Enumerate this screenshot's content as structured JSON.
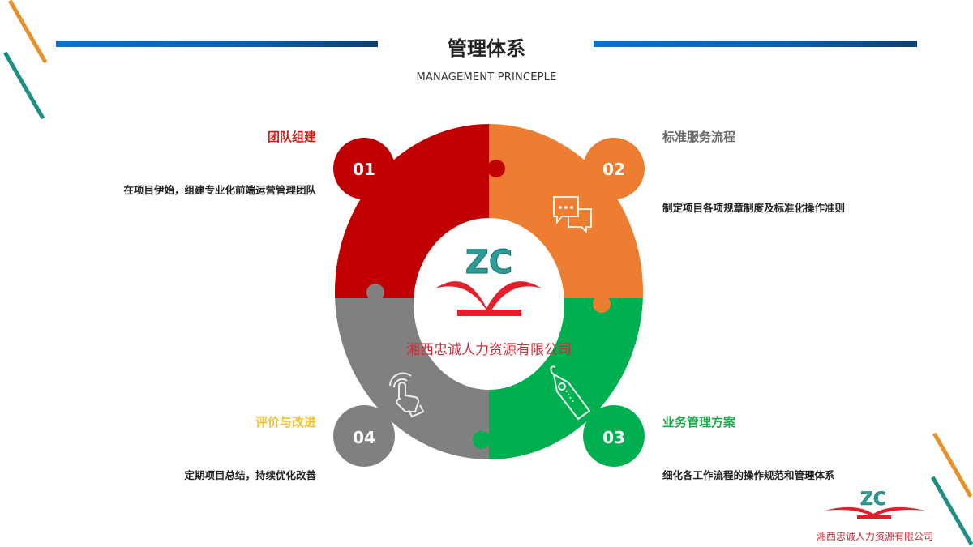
{
  "header": {
    "title": "管理体系",
    "subtitle": "MANAGEMENT PRINCEPLE"
  },
  "colors": {
    "red": "#c00000",
    "orange": "#ed7d31",
    "green": "#00b050",
    "gray": "#808080",
    "bar_blue": "#0a72cf",
    "accent_orange": "#e8902a",
    "accent_teal": "#1f8f86",
    "yellow": "#f2c12e",
    "logo_teal": "#2a9d99",
    "logo_red": "#e0202a"
  },
  "diagram": {
    "center_logo": {
      "mark": "ZC",
      "company_name": "湘西忠诚人力资源有限公司"
    },
    "segments": [
      {
        "number": "01",
        "title": "团队组建",
        "description": "在项目伊始，组建专业化前端运营管理团队",
        "icon": "none"
      },
      {
        "number": "02",
        "title": "标准服务流程",
        "description": "制定项目各项规章制度及标准化操作准则",
        "icon": "chat-bubbles-icon"
      },
      {
        "number": "03",
        "title": "业务管理方案",
        "description": "细化各工作流程的操作规范和管理体系",
        "icon": "price-tag-icon"
      },
      {
        "number": "04",
        "title": "评价与改进",
        "description": "定期项目总结，持续优化改善",
        "icon": "hand-tap-icon"
      }
    ]
  },
  "footer_logo": {
    "mark": "ZC",
    "company_name": "湘西忠诚人力资源有限公司"
  }
}
